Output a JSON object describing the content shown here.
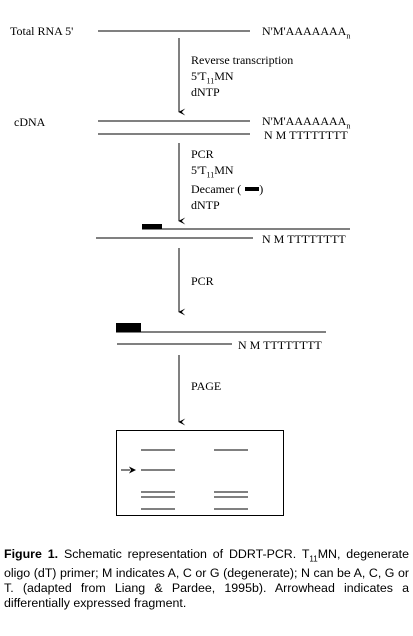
{
  "diagram": {
    "total_rna": {
      "label": "Total RNA  5'",
      "right_parts": [
        "N'M'AAAAAAA",
        "n"
      ]
    },
    "step1": {
      "lines": [
        "Reverse transcription",
        "5'T",
        "11",
        "MN",
        "dNTP"
      ]
    },
    "cdna": {
      "label": "cDNA",
      "top_parts": [
        "N'M'AAAAAAA",
        "n"
      ],
      "bottom": "N M  TTTTTTTT"
    },
    "step2": {
      "pcr": "PCR",
      "primer": [
        "5'T",
        "11",
        "MN"
      ],
      "decamer": [
        "Decamer (",
        ")"
      ],
      "dntp": "dNTP"
    },
    "product1": {
      "label": "N M  TTTTTTTT"
    },
    "step3": {
      "label": "PCR"
    },
    "product2": {
      "label": "N M  TTTTTTTT"
    },
    "step4": {
      "label": "PAGE"
    }
  },
  "caption": {
    "title": "Figure 1.",
    "t": "T",
    "sub": "11",
    "after_t": "MN, degenerate oligo (dT) primer; M indicates A, C or G (degenerate); N can be A, C, G or T. (adapted from Liang & Pardee, 1995b). Arrowhead indicates a differentially expressed fragment.",
    "lead": " Schematic representation of DDRT-PCR. "
  }
}
